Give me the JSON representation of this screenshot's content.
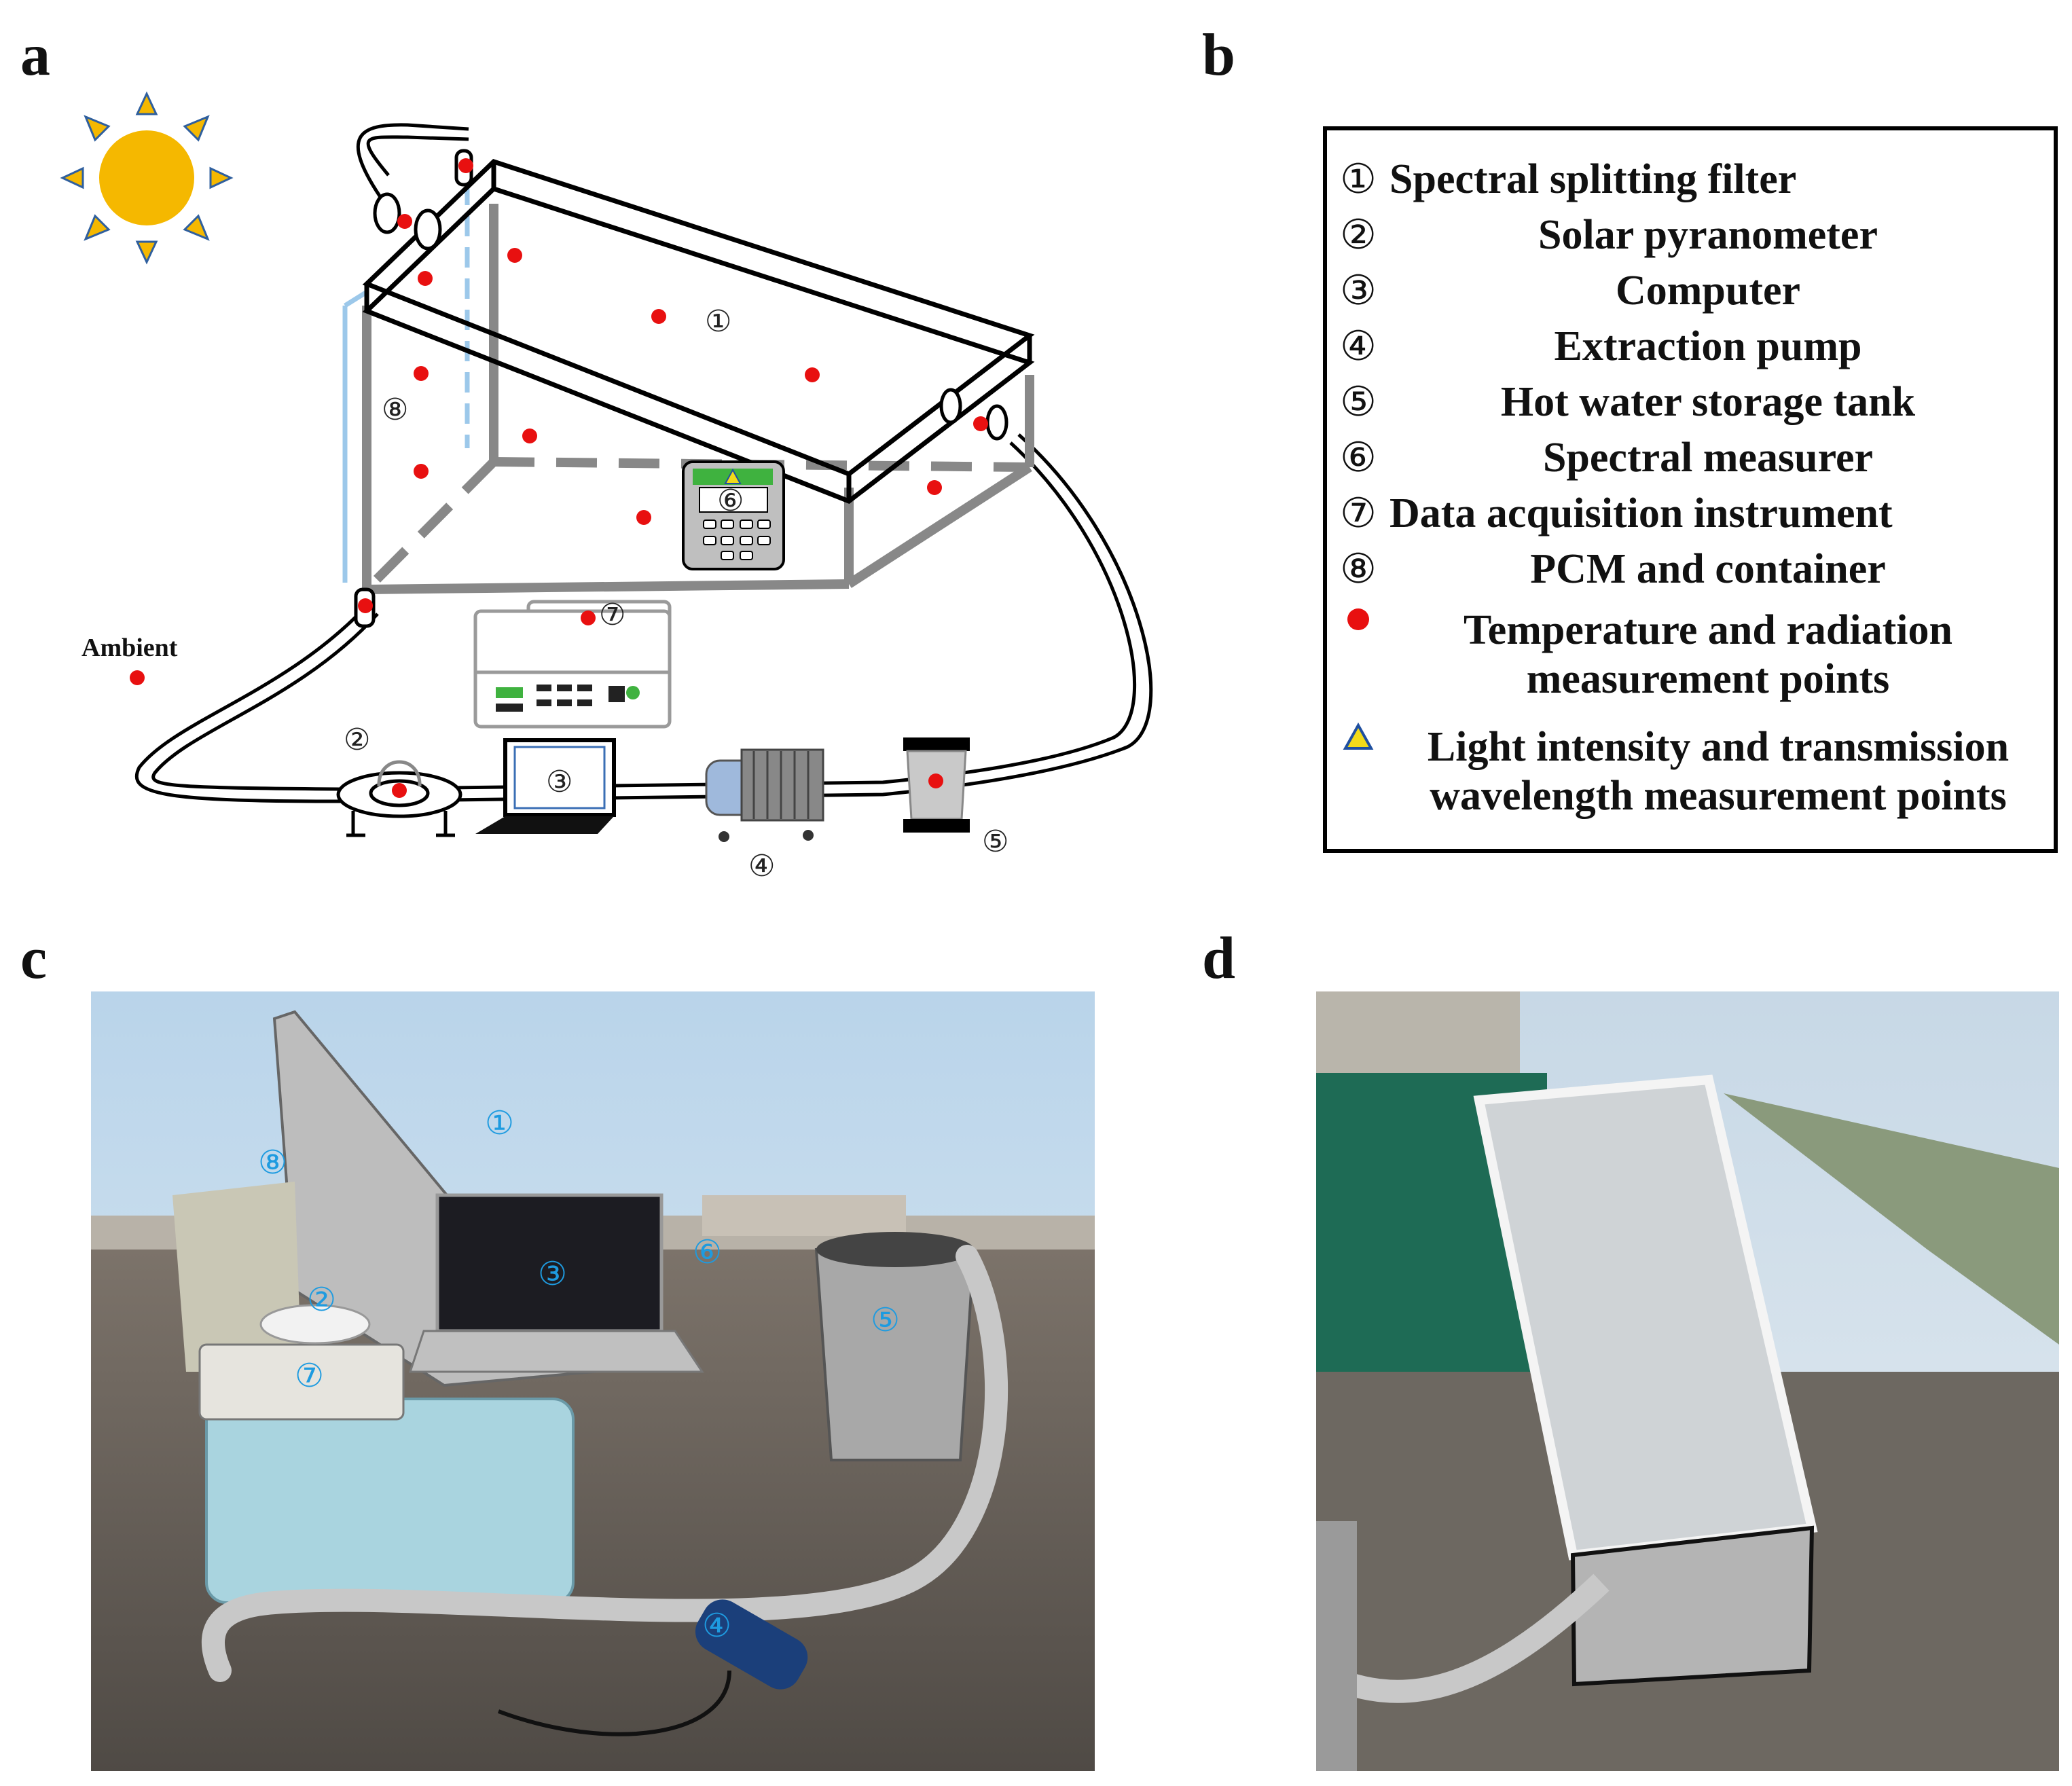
{
  "panels": {
    "a": "a",
    "b": "b",
    "c": "c",
    "d": "d"
  },
  "diagram": {
    "ambient_label": "Ambient",
    "markers": [
      "①",
      "②",
      "③",
      "④",
      "⑤",
      "⑥",
      "⑦",
      "⑧"
    ]
  },
  "legend": {
    "items": [
      {
        "marker": "①",
        "text": "Spectral splitting filter"
      },
      {
        "marker": "②",
        "text": "Solar pyranometer"
      },
      {
        "marker": "③",
        "text": "Computer"
      },
      {
        "marker": "④",
        "text": "Extraction pump"
      },
      {
        "marker": "⑤",
        "text": "Hot water storage tank"
      },
      {
        "marker": "⑥",
        "text": "Spectral measurer"
      },
      {
        "marker": "⑦",
        "text": "Data acquisition instrument"
      },
      {
        "marker": "⑧",
        "text": "PCM and container"
      }
    ],
    "temp_points": {
      "line1": "Temperature and radiation",
      "line2": "measurement points"
    },
    "light_points": {
      "line1": "Light intensity and transmission",
      "line2": "wavelength measurement points"
    }
  },
  "photo_c": {
    "labels": [
      "①",
      "②",
      "③",
      "④",
      "⑤",
      "⑥",
      "⑦",
      "⑧"
    ]
  },
  "colors": {
    "sun": "#F5B800",
    "point": "#E81010",
    "box": "#000000",
    "base": "#888888",
    "pcm": "#9CC8EA",
    "photo_label": "#1E9BE0",
    "triangle": "#F2DA1A",
    "triangle_edge": "#1F4FA0"
  }
}
